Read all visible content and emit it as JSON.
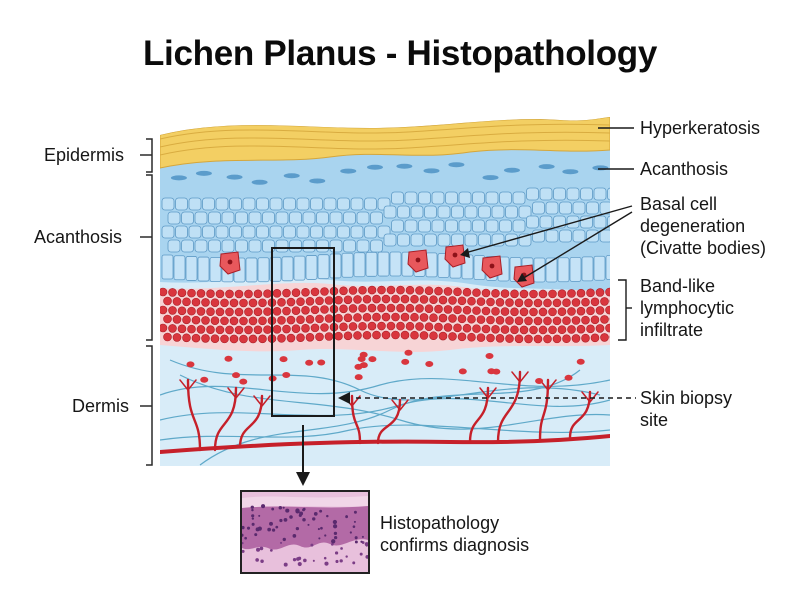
{
  "title": "Lichen Planus - Histopathology",
  "left_labels": {
    "epidermis": "Epidermis",
    "acanthosis": "Acanthosis",
    "dermis": "Dermis"
  },
  "right_labels": {
    "hyperkeratosis": "Hyperkeratosis",
    "acanthosis": "Acanthosis",
    "basal_cell": [
      "Basal cell",
      "degeneration",
      "(Civatte bodies)"
    ],
    "band_like": [
      "Band-like",
      "lymphocytic",
      "infiltrate"
    ],
    "biopsy": [
      "Skin biopsy",
      "site"
    ]
  },
  "inset_caption": [
    "Histopathology",
    "confirms diagnosis"
  ],
  "colors": {
    "stratum_corneum": "#f3cf63",
    "epidermis": "#a9d4ef",
    "basal_cells": "#c5e3f7",
    "cell_border": "#5e9ac6",
    "lymphocyte": "#d9363e",
    "dermis": "#d8ecf8",
    "vessel": "#c6202a",
    "fiber": "#5fa9c9"
  }
}
